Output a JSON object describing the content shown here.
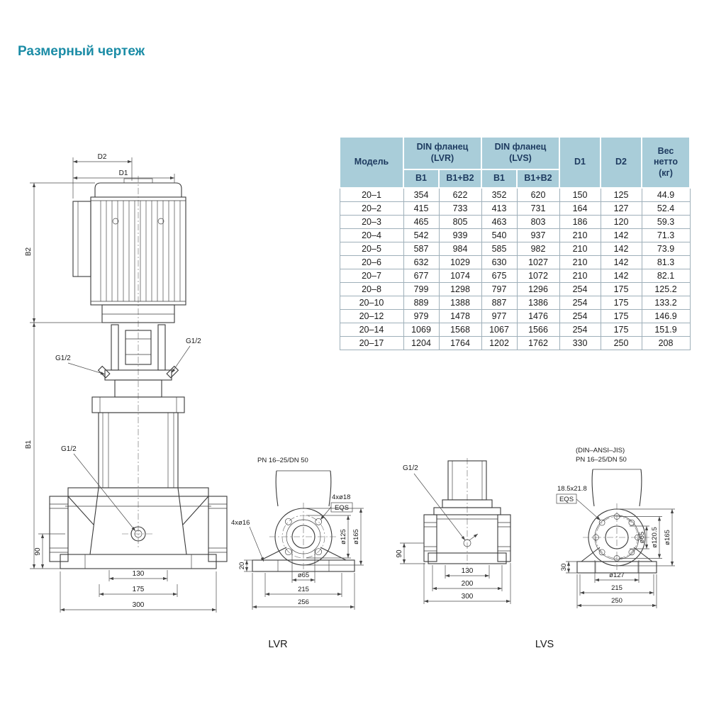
{
  "theme": {
    "accent": "#1b8ca6",
    "table-header-bg": "#a9cdd9",
    "table-header-fg": "#1d3a5f",
    "line-color": "#3a3a3a"
  },
  "page": {
    "title": "Размерный чертеж"
  },
  "table": {
    "headers": {
      "model": "Модель",
      "lvr_group": "DIN фланец\n(LVR)",
      "lvs_group": "DIN фланец\n(LVS)",
      "d1": "D1",
      "d2": "D2",
      "weight": "Вес\nнетто\n(кг)",
      "sub": [
        "B1",
        "B1+B2",
        "B1",
        "B1+B2"
      ]
    },
    "rows": [
      [
        "20–1",
        "354",
        "622",
        "352",
        "620",
        "150",
        "125",
        "44.9"
      ],
      [
        "20–2",
        "415",
        "733",
        "413",
        "731",
        "164",
        "127",
        "52.4"
      ],
      [
        "20–3",
        "465",
        "805",
        "463",
        "803",
        "186",
        "120",
        "59.3"
      ],
      [
        "20–4",
        "542",
        "939",
        "540",
        "937",
        "210",
        "142",
        "71.3"
      ],
      [
        "20–5",
        "587",
        "984",
        "585",
        "982",
        "210",
        "142",
        "73.9"
      ],
      [
        "20–6",
        "632",
        "1029",
        "630",
        "1027",
        "210",
        "142",
        "81.3"
      ],
      [
        "20–7",
        "677",
        "1074",
        "675",
        "1072",
        "210",
        "142",
        "82.1"
      ],
      [
        "20–8",
        "799",
        "1298",
        "797",
        "1296",
        "254",
        "175",
        "125.2"
      ],
      [
        "20–10",
        "889",
        "1388",
        "887",
        "1386",
        "254",
        "175",
        "133.2"
      ],
      [
        "20–12",
        "979",
        "1478",
        "977",
        "1476",
        "254",
        "175",
        "146.9"
      ],
      [
        "20–14",
        "1069",
        "1568",
        "1067",
        "1566",
        "254",
        "175",
        "151.9"
      ],
      [
        "20–17",
        "1204",
        "1764",
        "1202",
        "1762",
        "330",
        "250",
        "208"
      ]
    ]
  },
  "drawings": {
    "main": {
      "d2": "D2",
      "d1": "D1",
      "b2": "B2",
      "b1": "B1",
      "g12_right": "G1/2",
      "g12_left": "G1/2",
      "g12_port": "G1/2",
      "dim_90": "90",
      "dim_130": "130",
      "dim_175": "175",
      "dim_300": "300"
    },
    "lvr": {
      "pn": "PN 16–25/DN 50",
      "holes": "4xø18",
      "eqs": "EQS",
      "base_holes": "4xø16",
      "bolt_circle": "ø125",
      "outer": "ø165",
      "port": "ø65",
      "dim_20": "20",
      "dim_215": "215",
      "dim_256": "256",
      "caption": "LVR"
    },
    "mid": {
      "g12": "G1/2",
      "dim_90": "90",
      "dim_130": "130",
      "dim_200": "200",
      "dim_300": "300"
    },
    "lvs": {
      "standard": "(DIN–ANSI–JIS)",
      "pn": "PN 16–25/DN 50",
      "holes": "18.5x21.8",
      "eqs": "EQS",
      "port": "ø65",
      "bolt_circle": "ø120.5",
      "outer": "ø165",
      "dim_30": "30",
      "flange": "ø127",
      "dim_215": "215",
      "dim_250": "250",
      "caption": "LVS"
    }
  }
}
